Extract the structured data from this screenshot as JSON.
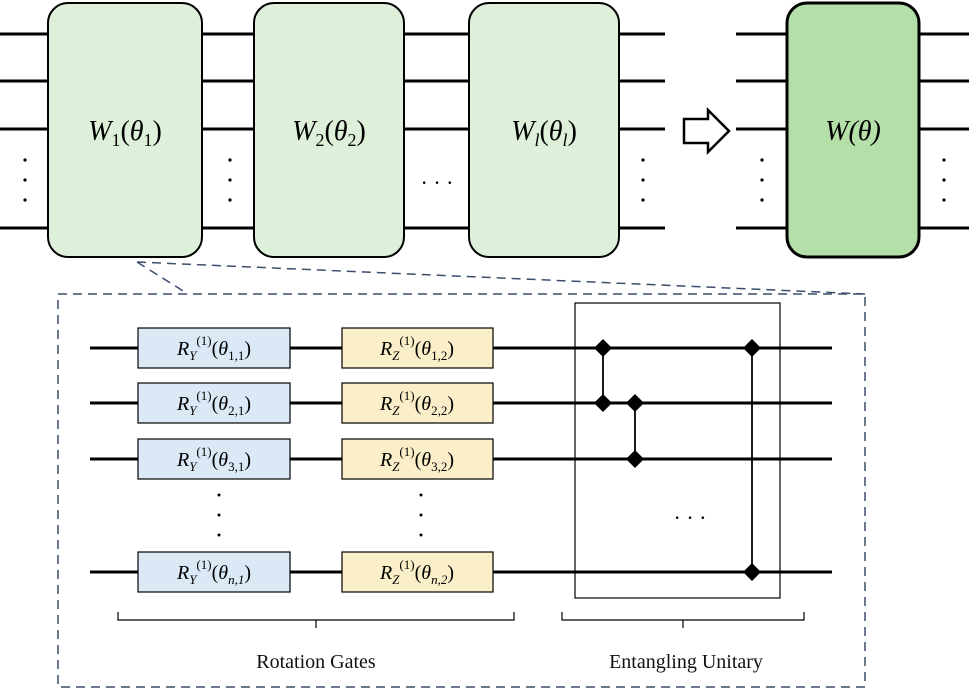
{
  "top": {
    "blocks": [
      {
        "sym": "W",
        "sub": "1",
        "theta_sub": "1"
      },
      {
        "sym": "W",
        "sub": "2",
        "theta_sub": "2"
      },
      {
        "sym": "W",
        "sub": "l",
        "theta_sub": "l"
      }
    ],
    "ellipsis_h": "· · ·",
    "arrow": "⇨",
    "result": {
      "sym": "W",
      "arg": "(θ)"
    }
  },
  "detail": {
    "ry_rows": [
      {
        "name": "R",
        "sub": "Y",
        "sup": "(1)",
        "theta_idx": "1,1"
      },
      {
        "name": "R",
        "sub": "Y",
        "sup": "(1)",
        "theta_idx": "2,1"
      },
      {
        "name": "R",
        "sub": "Y",
        "sup": "(1)",
        "theta_idx": "3,1"
      },
      {
        "name": "R",
        "sub": "Y",
        "sup": "(1)",
        "theta_idx": "n,1"
      }
    ],
    "rz_rows": [
      {
        "name": "R",
        "sub": "Z",
        "sup": "(1)",
        "theta_idx": "1,2"
      },
      {
        "name": "R",
        "sub": "Z",
        "sup": "(1)",
        "theta_idx": "2,2"
      },
      {
        "name": "R",
        "sub": "Z",
        "sup": "(1)",
        "theta_idx": "3,2"
      },
      {
        "name": "R",
        "sub": "Z",
        "sup": "(1)",
        "theta_idx": "n,2"
      }
    ],
    "ellipsis_h": "· · ·",
    "captions": {
      "rotation": "Rotation Gates",
      "entangling": "Entangling Unitary"
    }
  },
  "colors": {
    "block_fill": "#dff0da",
    "result_fill": "#b5dfa9",
    "ry_fill": "#dbe9f6",
    "rz_fill": "#fbefc9",
    "dashed_border": "#3b4e6b",
    "line": "#000000"
  }
}
